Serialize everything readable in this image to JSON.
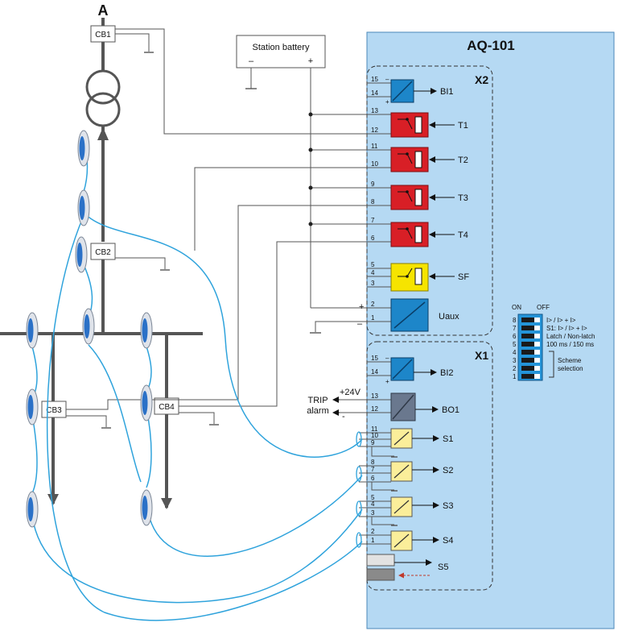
{
  "device": {
    "title": "AQ-101",
    "group_x2": "X2",
    "group_x1": "X1"
  },
  "bus_label": "A",
  "battery": {
    "label": "Station battery",
    "minus": "–",
    "plus": "+"
  },
  "breakers": [
    {
      "id": "cb1",
      "label": "CB1"
    },
    {
      "id": "cb2",
      "label": "CB2"
    },
    {
      "id": "cb3",
      "label": "CB3"
    },
    {
      "id": "cb4",
      "label": "CB4"
    }
  ],
  "x2": {
    "bi1": {
      "label": "BI1",
      "pins": [
        "15",
        "14"
      ]
    },
    "trips": [
      {
        "label": "T1",
        "pins": [
          "13",
          "12"
        ]
      },
      {
        "label": "T2",
        "pins": [
          "11",
          "10"
        ]
      },
      {
        "label": "T3",
        "pins": [
          "9",
          "8"
        ]
      },
      {
        "label": "T4",
        "pins": [
          "7",
          "6"
        ]
      }
    ],
    "sf": {
      "label": "SF",
      "pins": [
        "5",
        "4",
        "3"
      ]
    },
    "uaux": {
      "label": "Uaux",
      "pins": [
        "2",
        "1"
      ],
      "plus": "+",
      "minus": "–"
    }
  },
  "x1": {
    "bi2": {
      "label": "BI2",
      "pins": [
        "15",
        "14"
      ]
    },
    "bo1": {
      "label": "BO1",
      "pins": [
        "13",
        "12"
      ]
    },
    "trip_alarm": {
      "line1": "TRIP",
      "line2": "alarm",
      "plus": "+24V",
      "minus": "-"
    },
    "sensors": [
      {
        "label": "S1",
        "pins": [
          "11",
          "10",
          "9"
        ]
      },
      {
        "label": "S2",
        "pins": [
          "8",
          "7",
          "6"
        ]
      },
      {
        "label": "S3",
        "pins": [
          "5",
          "4",
          "3"
        ]
      },
      {
        "label": "S4",
        "pins": [
          "2",
          "1"
        ]
      }
    ],
    "s5": {
      "label": "S5"
    }
  },
  "dip": {
    "on": "ON",
    "off": "OFF",
    "rows": [
      {
        "n": "8",
        "desc": "I> / I> + I>"
      },
      {
        "n": "7",
        "desc": "S1: I> / I> + I>"
      },
      {
        "n": "6",
        "desc": "Latch / Non-latch"
      },
      {
        "n": "5",
        "desc": "100 ms / 150 ms"
      },
      {
        "n": "4",
        "desc": ""
      },
      {
        "n": "3",
        "desc": ""
      },
      {
        "n": "2",
        "desc": ""
      },
      {
        "n": "1",
        "desc": ""
      }
    ],
    "scheme_line1": "Scheme",
    "scheme_line2": "selection"
  },
  "colors": {
    "panel": "#b5d9f3",
    "trip": "#d81f26",
    "sf": "#f6e400",
    "uaux": "#1d86c9",
    "bo": "#6a788e",
    "sensor": "#fbee9a",
    "fiber": "#2fa3dc"
  },
  "bi_plus": "+",
  "bi_minus": "–"
}
